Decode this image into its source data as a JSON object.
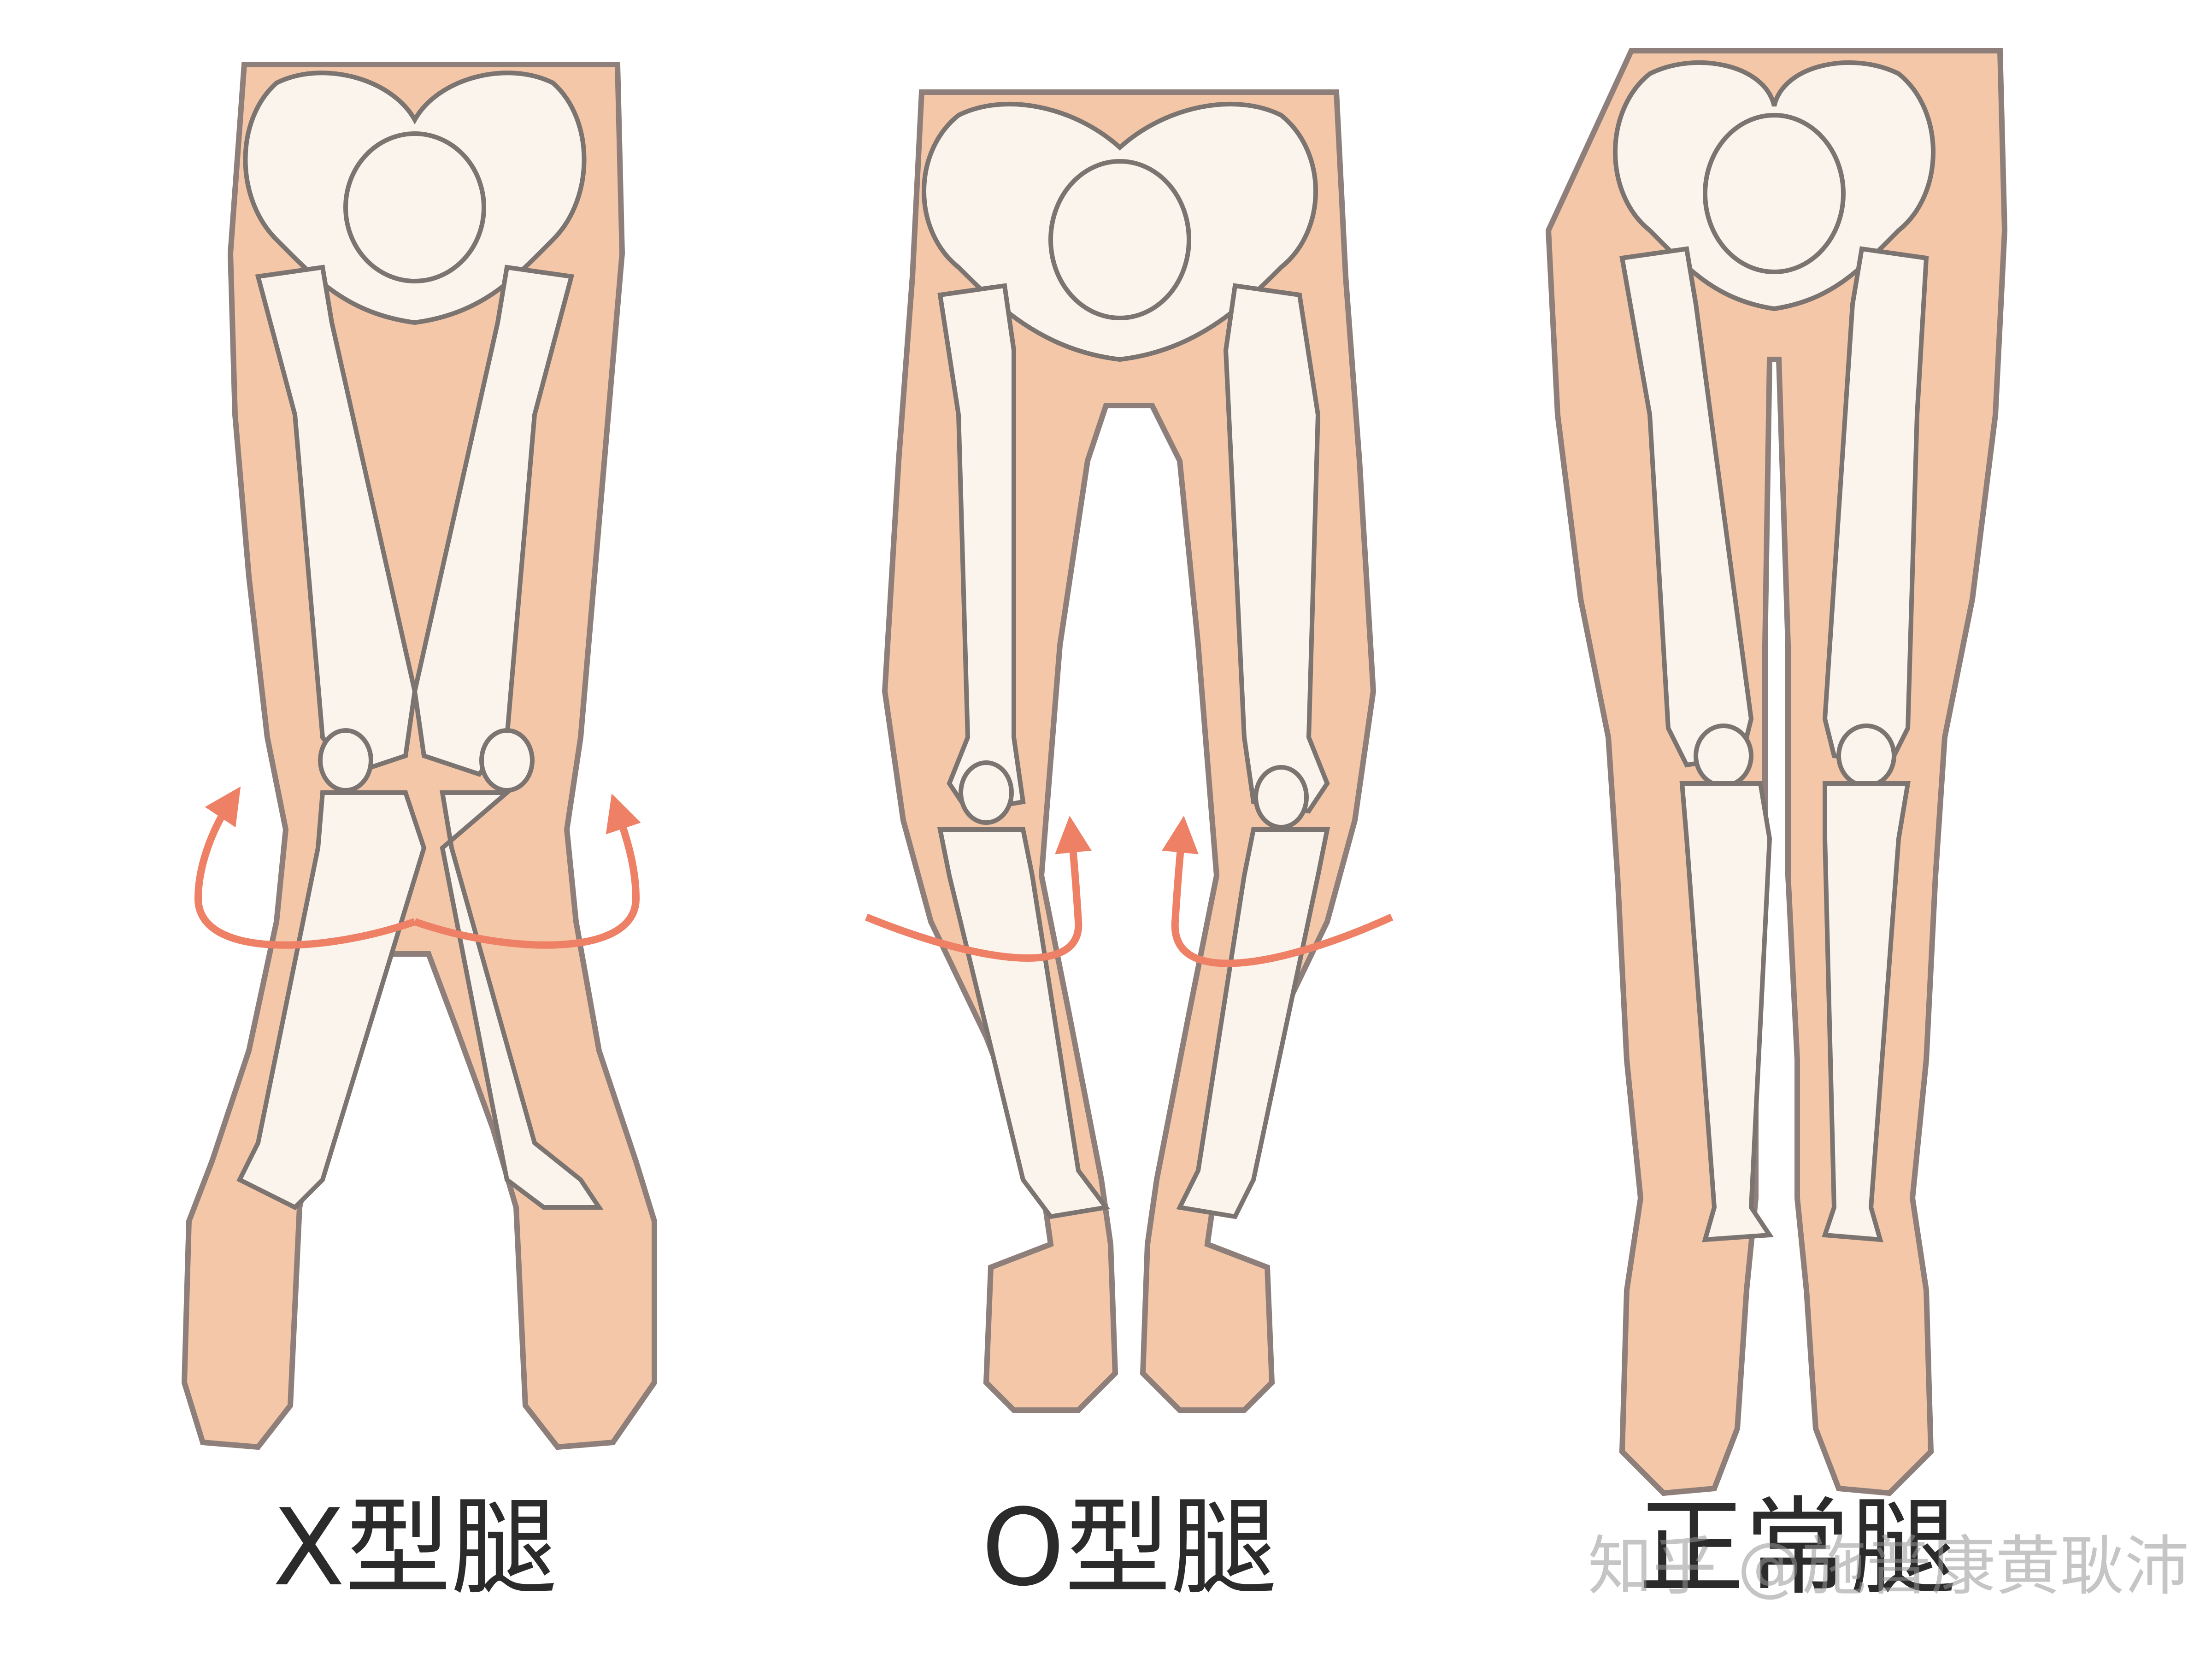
{
  "panels": [
    {
      "id": "x-legs",
      "label": "X型腿"
    },
    {
      "id": "o-legs",
      "label": "O型腿"
    },
    {
      "id": "normal-legs",
      "label": "正常腿"
    }
  ],
  "watermark": "知乎 @施普康黄耿沛",
  "colors": {
    "skin": "#F3C7A8",
    "skin_outline": "#8E7F7A",
    "bone": "#FBF4EC",
    "bone_outline": "#7C7470",
    "arrow": "#EE8066",
    "caption": "#2B2B2B"
  }
}
